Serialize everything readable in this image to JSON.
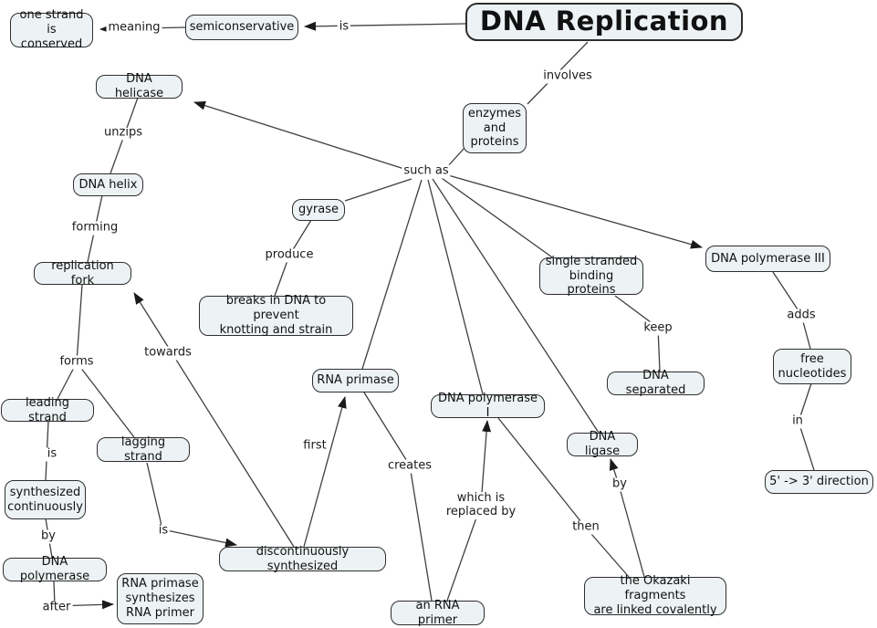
{
  "diagram_title": "DNA Replication",
  "colors": {
    "background": "#ffffff",
    "node_fill": "#edf2f4",
    "node_border": "#2e2e2e",
    "line": "#3f3f3f",
    "text": "#111111"
  },
  "nodes": {
    "title": "DNA Replication",
    "one_strand": "one strand\nis conserved",
    "semiconservative": "semiconservative",
    "dna_helicase": "DNA helicase",
    "enzymes_proteins": "enzymes\nand\nproteins",
    "dna_helix": "DNA helix",
    "gyrase": "gyrase",
    "replication_fork": "replication fork",
    "breaks": "breaks in DNA to prevent\nknotting and strain",
    "ssb": "single stranded\nbinding proteins",
    "dna_pol3": "DNA polymerase III",
    "rna_primase": "RNA primase",
    "dna_pol1": "DNA polymerase I",
    "dna_separated": "DNA separated",
    "free_nucleotides": "free\nnucleotides",
    "dna_ligase": "DNA ligase",
    "leading_strand": "leading strand",
    "lagging_strand": "lagging strand",
    "synth_cont": "synthesized\ncontinuously",
    "direction": "5' -> 3' direction",
    "dna_polymerase": "DNA polymerase",
    "discont": "discontinuously synthesized",
    "rna_primase_synth": "RNA primase\nsynthesizes\nRNA primer",
    "okazaki": "the Okazaki fragments\nare linked covalently",
    "an_rna_primer": "an RNA primer"
  },
  "link_labels": {
    "is_semi": "is",
    "meaning": "meaning",
    "involves": "involves",
    "such_as": "such as",
    "unzips": "unzips",
    "forming": "forming",
    "forms": "forms",
    "towards": "towards",
    "first": "first",
    "is_leading": "is",
    "by_leading": "by",
    "after": "after",
    "is_lagging": "is",
    "produce": "produce",
    "keep": "keep",
    "creates": "creates",
    "which_is": "which is\nreplaced by",
    "then": "then",
    "by_okazaki": "by",
    "adds": "adds",
    "in_direction": "in"
  }
}
